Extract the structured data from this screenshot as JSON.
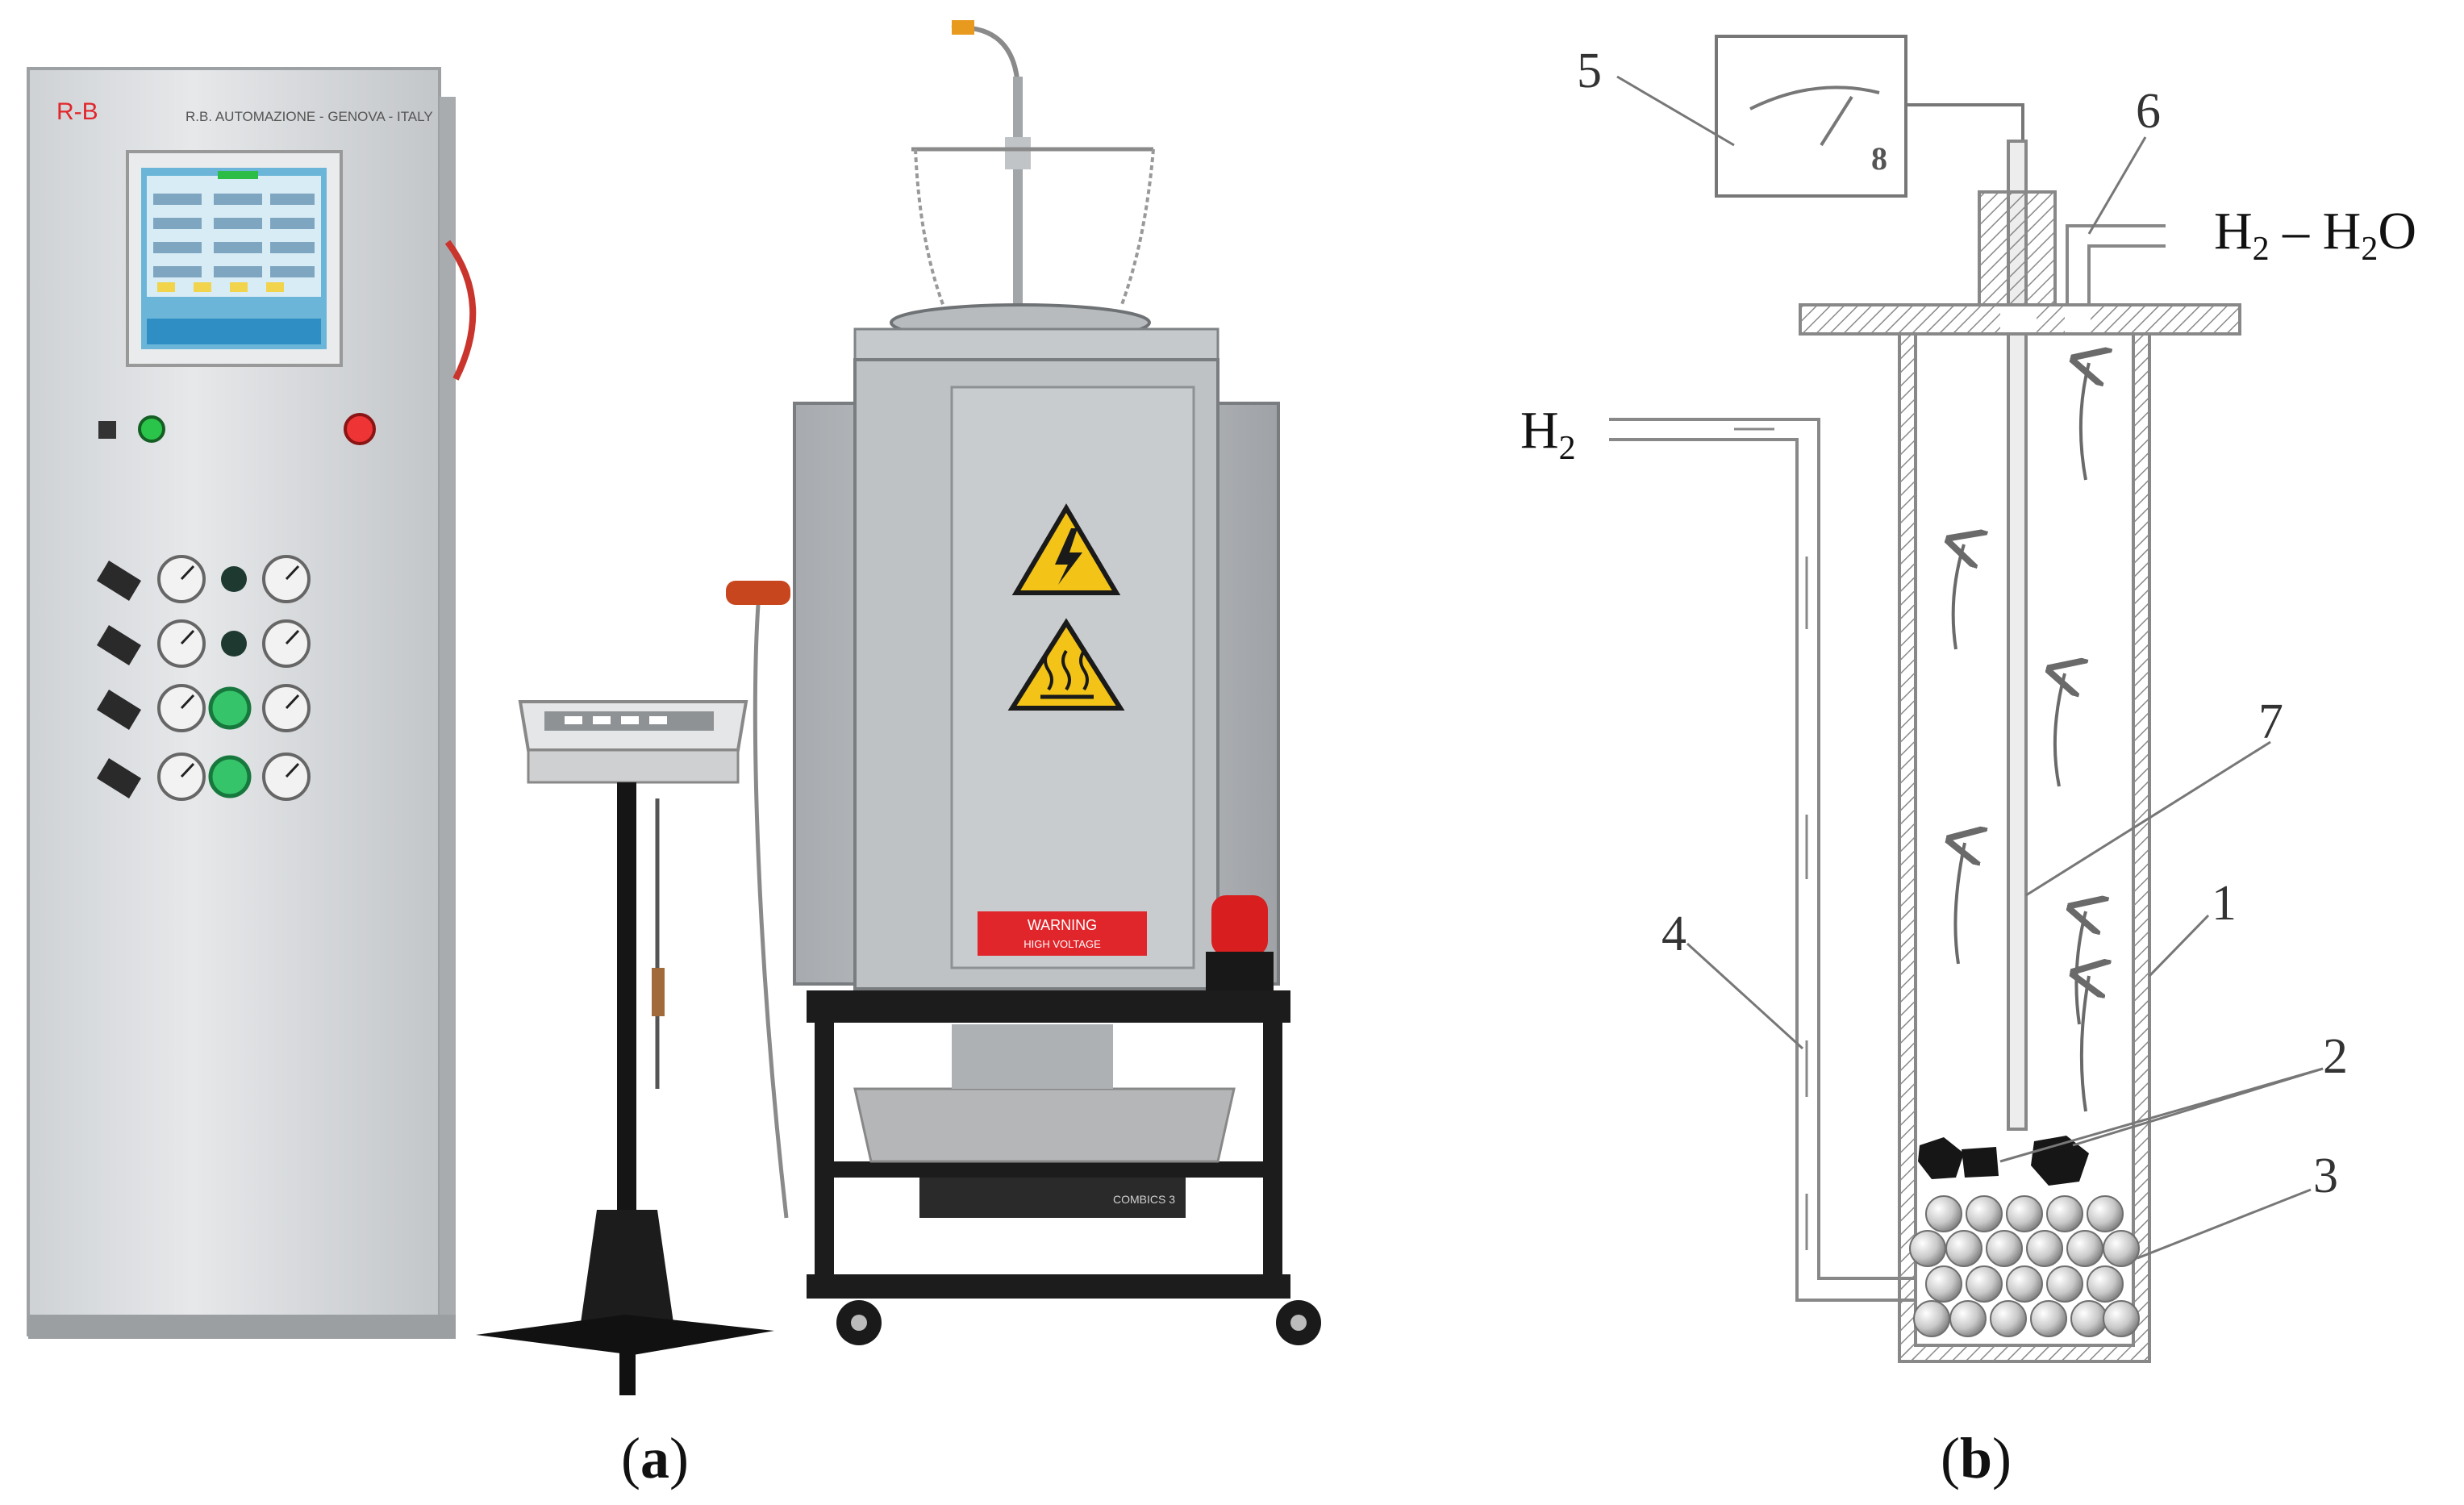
{
  "panel_a": {
    "caption_open": "(",
    "caption_letter": "a",
    "caption_close": ")",
    "cabinet_header": "R.B. AUTOMAZIONE - GENOVA - ITALY",
    "cabinet_logo": "R-B",
    "warning_label_title": "WARNING",
    "warning_label_text": "HIGH VOLTAGE",
    "scale_brand": "COMBICS 3",
    "icons": [
      "high-voltage-warning-icon",
      "hot-surface-warning-icon",
      "beacon-light-icon"
    ]
  },
  "panel_b": {
    "caption_open": "(",
    "caption_letter": "b",
    "caption_close": ")",
    "outlet_gas_h": "H",
    "outlet_gas_sub": "2",
    "outlet_gas_rest": " – H",
    "outlet_gas_sub2": "2",
    "outlet_gas_o": "O",
    "inlet_gas_h": "H",
    "inlet_gas_sub": "2",
    "gauge_digit": "8",
    "labels": [
      "1",
      "2",
      "3",
      "4",
      "5",
      "6",
      "7"
    ]
  },
  "colors": {
    "cabinet": "#d9dcdf",
    "screen": "#6bb6d8",
    "furnace": "#b7babd",
    "frame": "#1c1c1c",
    "warning_yellow": "#f3c417",
    "label_red": "#e1262b",
    "diagram_line": "#8a8a8a",
    "ball": "#c9c9c9"
  }
}
